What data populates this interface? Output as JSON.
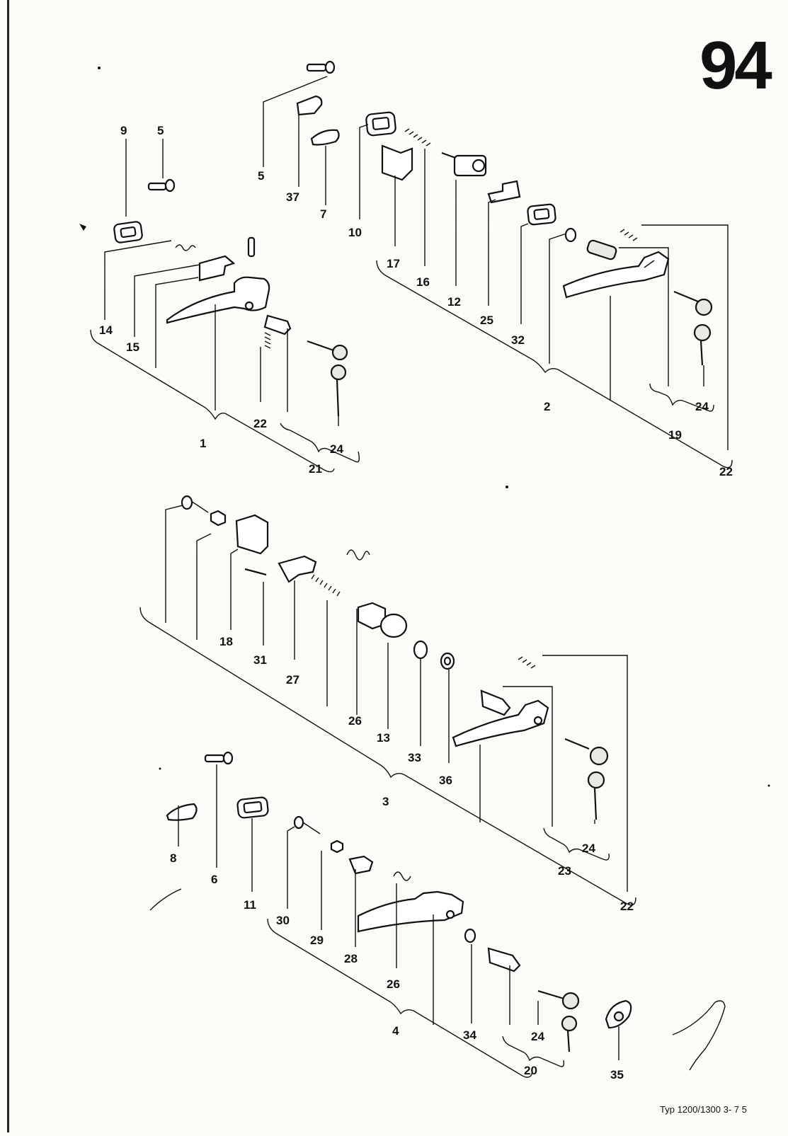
{
  "page_number": "94",
  "footer": "Typ 1200/1300   3- 7 5",
  "labels": {
    "a9": "9",
    "a5": "5",
    "b5": "5",
    "a37": "37",
    "a7": "7",
    "a10": "10",
    "a17": "17",
    "a16": "16",
    "a12": "12",
    "a25": "25",
    "a32": "32",
    "a14": "14",
    "a15": "15",
    "a22": "22",
    "a24": "24",
    "a1": "1",
    "a21": "21",
    "a2": "2",
    "b24": "24",
    "a19": "19",
    "b22": "22",
    "a18": "18",
    "a31": "31",
    "a27": "27",
    "a26": "26",
    "a13": "13",
    "a33": "33",
    "a36": "36",
    "a3": "3",
    "c24": "24",
    "a23": "23",
    "c22": "22",
    "a8": "8",
    "a6": "6",
    "a11": "11",
    "a30": "30",
    "a29": "29",
    "a28": "28",
    "b26": "26",
    "a4": "4",
    "a34": "34",
    "d24": "24",
    "a20": "20",
    "a35": "35"
  },
  "colors": {
    "ink": "#111111",
    "paper": "#fbfbf8"
  }
}
